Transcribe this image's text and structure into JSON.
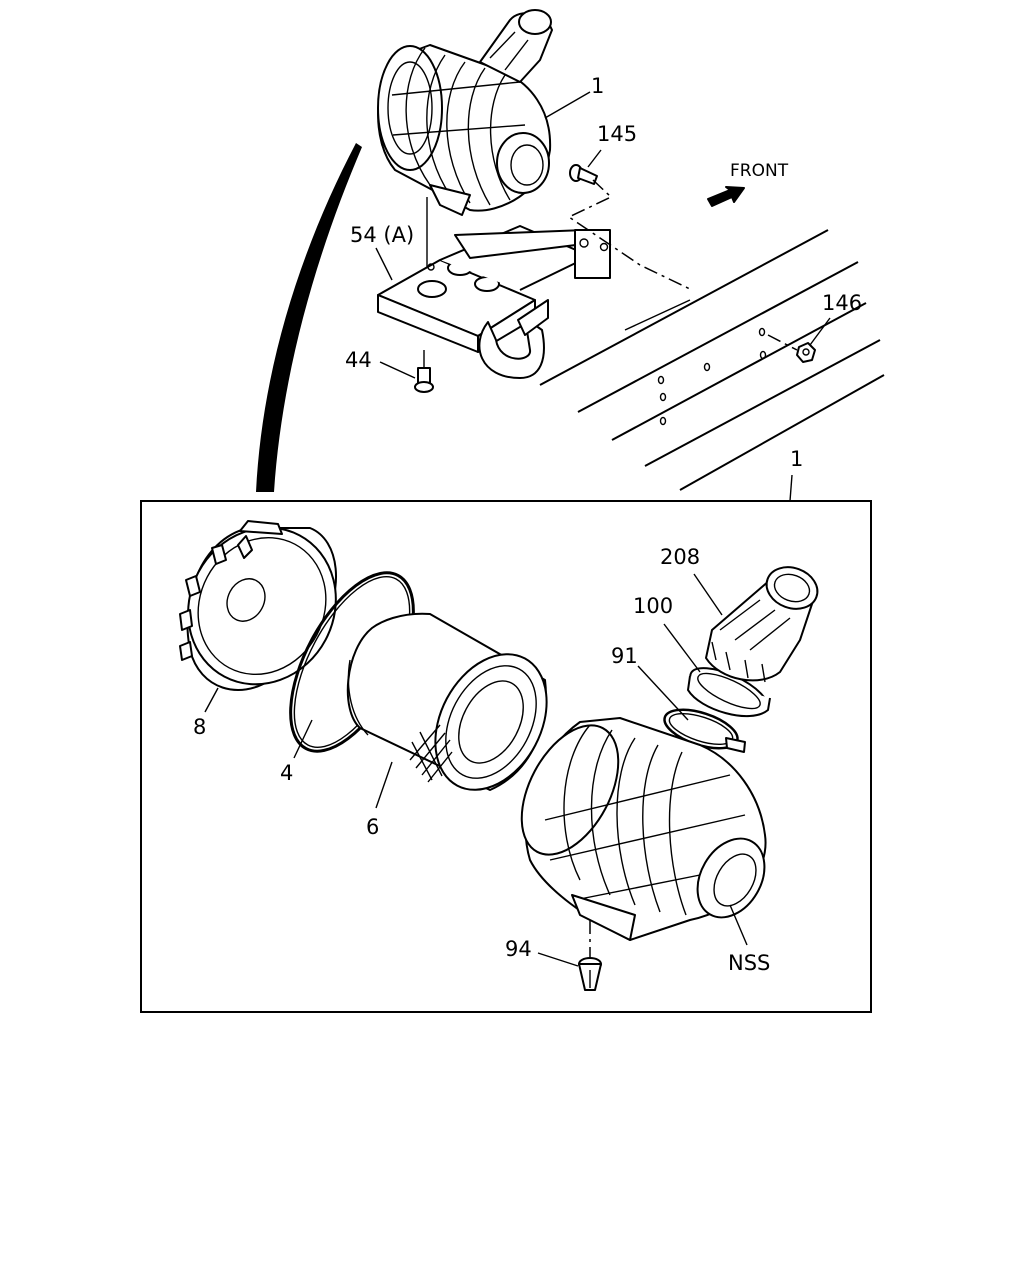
{
  "labels": {
    "top_assembly": "1",
    "bolt_145": "145",
    "front": "FRONT",
    "bracket": "54 (A)",
    "nut_146": "146",
    "bolt_44": "44",
    "detail_ref": "1",
    "duct_208": "208",
    "ring_100": "100",
    "clamp_91": "91",
    "cover_8": "8",
    "seal_4": "4",
    "element_6": "6",
    "valve_94": "94",
    "housing_nss": "NSS"
  },
  "icons": {
    "front_arrow": "arrow-right-icon"
  },
  "colors": {
    "line": "#000000",
    "background": "#ffffff"
  }
}
